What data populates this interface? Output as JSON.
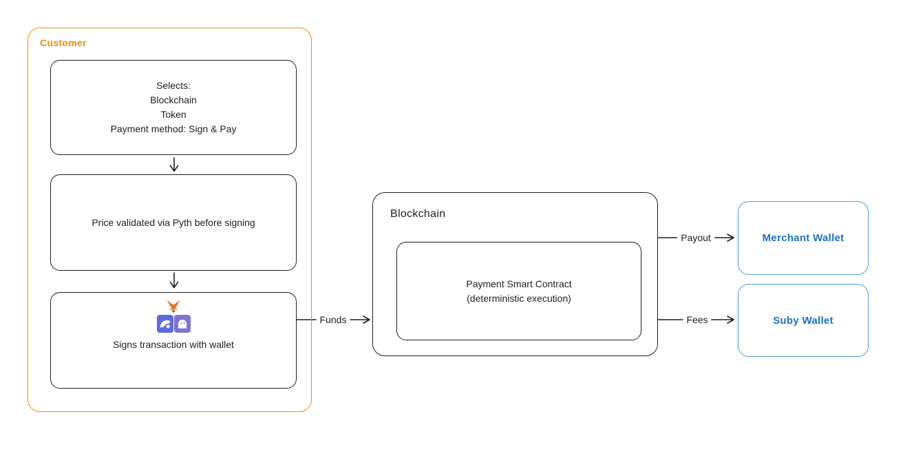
{
  "colors": {
    "background": "#ffffff",
    "stroke": "#1e1e1e",
    "customer_accent": "#f08c00",
    "wallet_border": "#4a9eda",
    "wallet_text": "#1971c2",
    "metamask_orange": "#e27625",
    "rabby_blue": "#5b6ce0",
    "phantom_purple": "#7f74cf"
  },
  "customer": {
    "label": "Customer",
    "steps": [
      {
        "text": "Selects:\nBlockchain\nToken\nPayment method: Sign & Pay"
      },
      {
        "text": "Price validated via Pyth before signing"
      },
      {
        "text": "Signs transaction with wallet",
        "icons": [
          "metamask-fox-icon",
          "rabby-rabbit-icon",
          "phantom-ghost-icon"
        ]
      }
    ]
  },
  "blockchain": {
    "label": "Blockchain",
    "contract_text": "Payment Smart Contract\n(deterministic execution)"
  },
  "wallets": [
    {
      "label": "Merchant Wallet"
    },
    {
      "label": "Suby Wallet"
    }
  ],
  "flows": {
    "funds": {
      "label": "Funds"
    },
    "payout": {
      "label": "Payout"
    },
    "fees": {
      "label": "Fees"
    }
  }
}
